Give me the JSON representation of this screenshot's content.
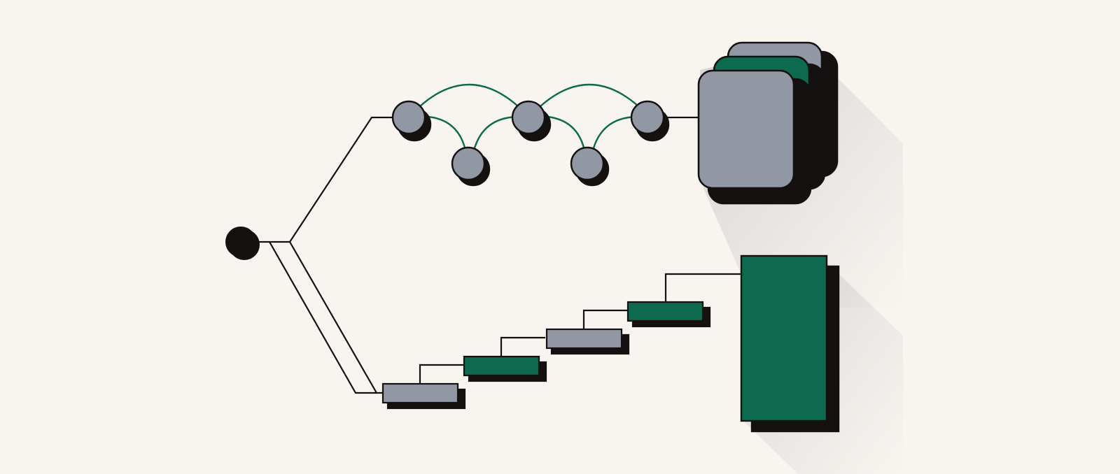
{
  "colors": {
    "background": "#f8f5f1",
    "ink": "#141110",
    "gray_fill": "#9298a3",
    "green_fill": "#0d6a4e",
    "arc_stroke": "#0d6a4e"
  },
  "diagram": {
    "description_free": true,
    "root": {
      "kind": "origin-node"
    },
    "upper_branch": {
      "kind": "circle-chain",
      "top_nodes": 3,
      "bottom_nodes": 2,
      "target": {
        "kind": "stacked-cards",
        "layers": [
          "gray",
          "green",
          "gray"
        ]
      }
    },
    "lower_branch": {
      "kind": "bar-staircase",
      "steps": [
        "gray",
        "green",
        "gray",
        "green"
      ],
      "target": {
        "kind": "tall-block",
        "color": "green"
      }
    }
  }
}
